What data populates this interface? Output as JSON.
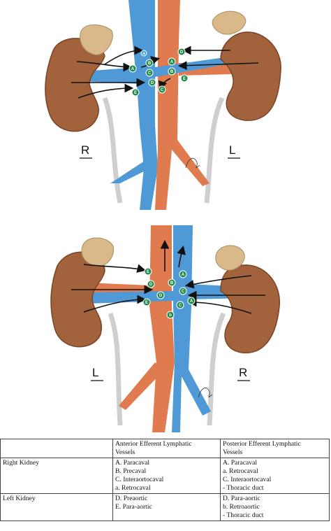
{
  "figures": {
    "top": {
      "left_label": "R",
      "right_label": "L",
      "nodes": [
        "A",
        "B",
        "C",
        "D",
        "E",
        "A",
        "B",
        "C",
        "D",
        "E",
        "a"
      ]
    },
    "bottom": {
      "left_label": "L",
      "right_label": "R",
      "nodes": [
        "E",
        "D",
        "D",
        "E",
        "A",
        "B",
        "C",
        "A",
        "C",
        "b"
      ]
    }
  },
  "table": {
    "headers": [
      "",
      "Anterior Efferent Lymphatic Vessels",
      "Posterior Efferent Lymphatic Vessels"
    ],
    "header_lines": {
      "col1": [
        "Anterior Efferent Lymphatic",
        "Vessels"
      ],
      "col2": [
        "Posterior Efferent Lymphatic",
        "Vessels"
      ]
    },
    "rows": [
      {
        "label": "Right Kidney",
        "anterior": [
          "A. Paracaval",
          "B. Precaval",
          "C. Interaortocaval",
          "a. Retrocaval"
        ],
        "posterior": [
          "A. Paracaval",
          "a. Retrocaval",
          "C. Interaortocaval",
          "- Thoracic duct"
        ]
      },
      {
        "label": "Left Kidney",
        "anterior": [
          "D. Preaortic",
          "E. Para-aortic"
        ],
        "posterior": [
          "D. Para-aortic",
          "b. Retroaortic",
          "- Thoracic duct"
        ]
      }
    ]
  },
  "colors": {
    "kidney": "#a2623c",
    "kidney_dark": "#7a4427",
    "adrenal": "#d9b98a",
    "ivc": "#4f9ad6",
    "aorta": "#e07b4f",
    "ureter": "#cfcfcf",
    "node": "#1f8a4a",
    "arrow": "#111111"
  }
}
